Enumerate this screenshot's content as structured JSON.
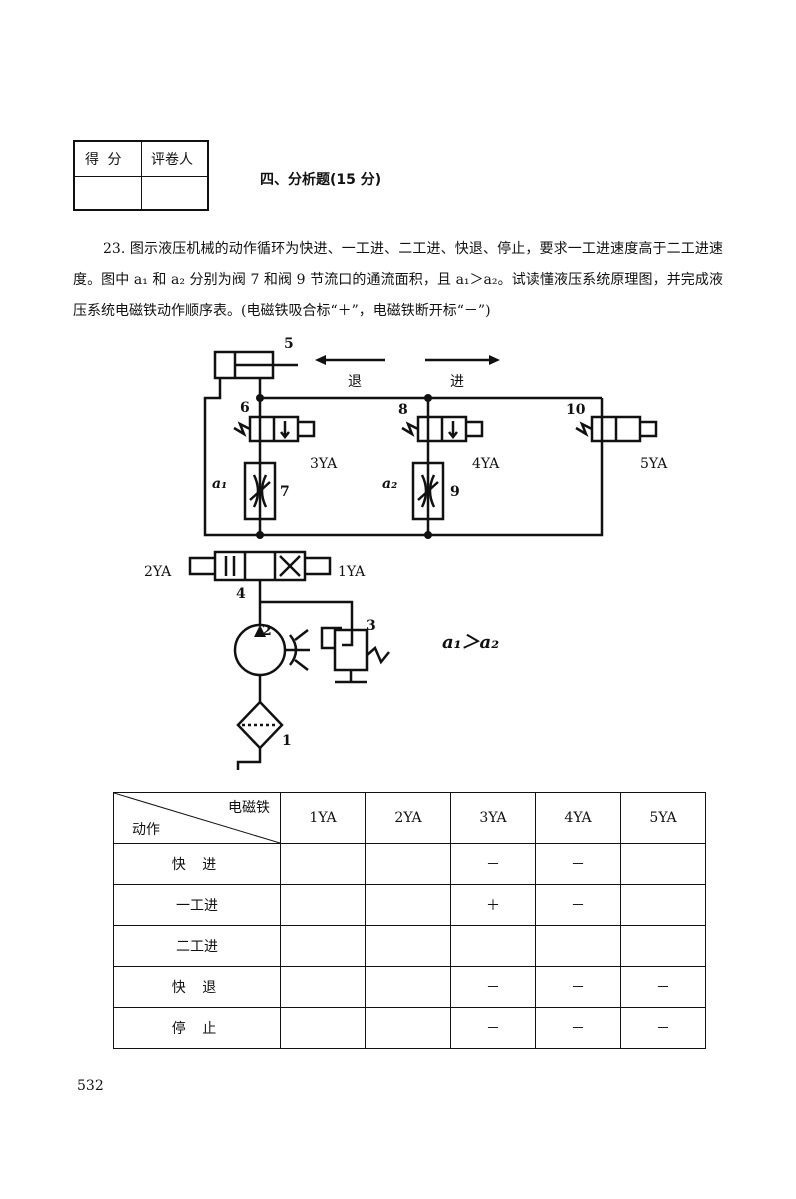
{
  "score_box": {
    "score_label": "得 分",
    "grader_label": "评卷人"
  },
  "section_title": "四、分析题(15 分)",
  "question": {
    "text": "23. 图示液压机械的动作循环为快进、一工进、二工进、快退、停止，要求一工进速度高于二工进速度。图中 a₁ 和 a₂ 分别为阀 7 和阀 9 节流口的通流面积，且 a₁＞a₂。试读懂液压系统原理图，并完成液压系统电磁铁动作顺序表。(电磁铁吸合标“＋”，电磁铁断开标“－”)"
  },
  "diagram": {
    "labels": {
      "n1": "1",
      "n2": "2",
      "n3": "3",
      "n4": "4",
      "n5": "5",
      "n6": "6",
      "n7": "7",
      "n8": "8",
      "n9": "9",
      "n10": "10",
      "retreat": "退",
      "advance": "进",
      "ya1": "1YA",
      "ya2": "2YA",
      "ya3": "3YA",
      "ya4": "4YA",
      "ya5": "5YA",
      "a1": "a₁",
      "a2": "a₂",
      "relation": "a₁＞a₂"
    }
  },
  "table": {
    "header_top": "电磁铁",
    "header_bottom": "动作",
    "columns": [
      "1YA",
      "2YA",
      "3YA",
      "4YA",
      "5YA"
    ],
    "rows": [
      {
        "action": "快 进",
        "cells": [
          "",
          "",
          "－",
          "－",
          ""
        ]
      },
      {
        "action": "一工进",
        "cells": [
          "",
          "",
          "＋",
          "－",
          ""
        ]
      },
      {
        "action": "二工进",
        "cells": [
          "",
          "",
          "",
          "",
          ""
        ]
      },
      {
        "action": "快 退",
        "cells": [
          "",
          "",
          "－",
          "－",
          "－"
        ]
      },
      {
        "action": "停 止",
        "cells": [
          "",
          "",
          "－",
          "－",
          "－"
        ]
      }
    ]
  },
  "page_number": "532"
}
